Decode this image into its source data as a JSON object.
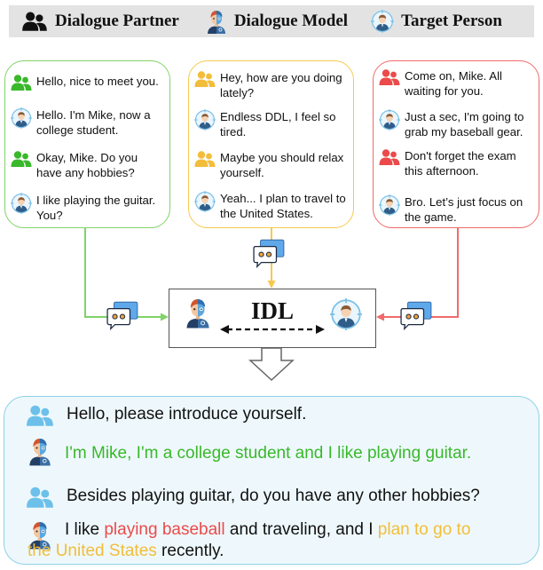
{
  "legend": {
    "partner": "Dialogue Partner",
    "model": "Dialogue Model",
    "target": "Target Person"
  },
  "panels": {
    "green": {
      "color": "#7fd36a",
      "messages": [
        {
          "speaker": "partner",
          "text": "Hello, nice to meet you."
        },
        {
          "speaker": "target",
          "text": "Hello. I'm Mike, now a college student."
        },
        {
          "speaker": "partner",
          "text": "Okay, Mike. Do you have any hobbies?"
        },
        {
          "speaker": "target",
          "text": "I like playing the guitar. You?"
        }
      ]
    },
    "yellow": {
      "color": "#f6c94e",
      "messages": [
        {
          "speaker": "partner",
          "text": "Hey, how are you doing lately?"
        },
        {
          "speaker": "target",
          "text": "Endless DDL, I feel so tired."
        },
        {
          "speaker": "partner",
          "text": "Maybe you should relax yourself."
        },
        {
          "speaker": "target",
          "text": "Yeah... I plan to travel to the United States."
        }
      ]
    },
    "red": {
      "color": "#f06a6a",
      "messages": [
        {
          "speaker": "partner",
          "text": "Come on, Mike. All waiting for you."
        },
        {
          "speaker": "target",
          "text": "Just a sec, I'm going to grab my baseball gear."
        },
        {
          "speaker": "partner",
          "text": "Don't forget the exam this afternoon."
        },
        {
          "speaker": "target",
          "text": "Bro. Let’s just focus on the game."
        }
      ]
    }
  },
  "center": {
    "label": "IDL"
  },
  "conversation": {
    "line1": "Hello, please introduce yourself.",
    "line2": "I'm Mike, I'm a college student and I like playing guitar.",
    "line3": "Besides playing guitar, do you have any other hobbies?",
    "line4_a": "I like ",
    "line4_b": "playing baseball",
    "line4_c": " and traveling, and I ",
    "line4_d": "plan to go to",
    "line4_e": "the United States",
    "line4_f": " recently."
  }
}
